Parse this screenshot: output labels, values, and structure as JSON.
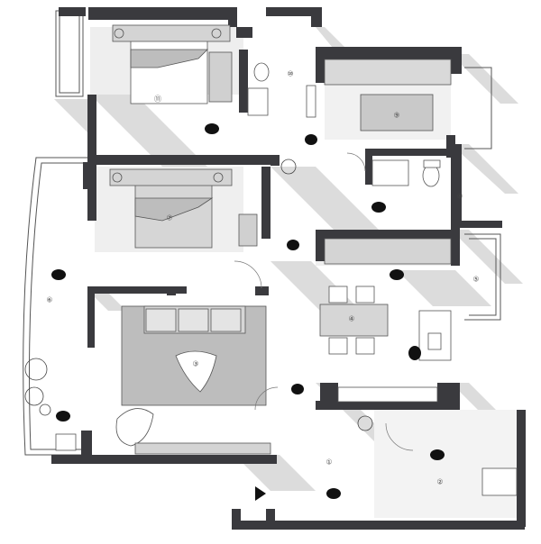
{
  "colors": {
    "wall": "#3a3a3e",
    "shadow": "#d9d9d9",
    "floor_dark": "#bdbdbd",
    "furniture": "#cfcfcf",
    "line": "#555555",
    "figure": "#111111"
  },
  "rooms": [
    {
      "key": "r1",
      "label": "①"
    },
    {
      "key": "r2",
      "label": "②"
    },
    {
      "key": "r3",
      "label": "③"
    },
    {
      "key": "r4",
      "label": "④"
    },
    {
      "key": "r5",
      "label": "⑤"
    },
    {
      "key": "r6",
      "label": "⑥"
    },
    {
      "key": "r7",
      "label": "⑦"
    },
    {
      "key": "r8",
      "label": "⑧"
    },
    {
      "key": "r9",
      "label": "⑨"
    },
    {
      "key": "r10",
      "label": "⑩"
    },
    {
      "key": "r11",
      "label": "⑪"
    }
  ],
  "icons": [
    "person-figure-icon",
    "plant-icon",
    "toilet-icon",
    "sink-icon",
    "door-swing-icon",
    "entry-arrow-icon"
  ]
}
